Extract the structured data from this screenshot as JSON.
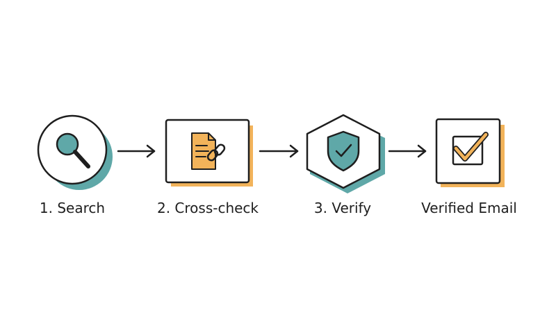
{
  "colors": {
    "ink": "#1e1e1e",
    "teal": "#5fa8a8",
    "orange": "#f2b35a",
    "background": "#ffffff"
  },
  "steps": [
    {
      "label": "1. Search",
      "icon": "magnifier-icon"
    },
    {
      "label": "2. Cross-check",
      "icon": "document-link-icon"
    },
    {
      "label": "3. Verify",
      "icon": "shield-check-icon"
    },
    {
      "label": "Verified Email",
      "icon": "checkbox-icon"
    }
  ],
  "connectors": [
    "arrow-icon",
    "arrow-icon",
    "arrow-icon"
  ]
}
